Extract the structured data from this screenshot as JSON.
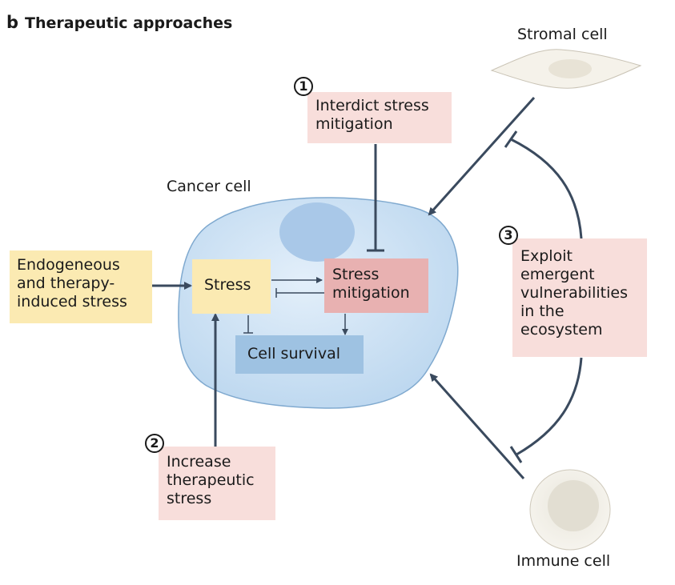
{
  "panel": {
    "letter": "b",
    "title": "Therapeutic approaches"
  },
  "labels": {
    "stromal_cell": "Stromal cell",
    "immune_cell": "Immune cell",
    "cancer_cell": "Cancer cell"
  },
  "boxes": {
    "interdict": {
      "number": "1",
      "text": "Interdict stress\nmitigation"
    },
    "increase": {
      "number": "2",
      "text": "Increase\ntherapeutic\nstress"
    },
    "exploit": {
      "number": "3",
      "text": "Exploit\nemergent\nvulnerabilities\nin the\necosystem"
    },
    "endogenous": {
      "text": "Endogeneous\nand therapy-\ninduced stress"
    },
    "stress": {
      "text": "Stress"
    },
    "stress_mitigation": {
      "text": "Stress\nmitigation"
    },
    "cell_survival": {
      "text": "Cell survival"
    }
  },
  "colors": {
    "arrow": "#3a4a5e",
    "cell_fill": "#cfe3f5",
    "cell_outline": "#7fa9cf",
    "nucleus": "#a9c8e8",
    "pink_box": "#f8dedb",
    "yellow_box": "#fbeab2",
    "mitigation_box": "#e8b1b1",
    "survival_box": "#9ec2e2"
  }
}
